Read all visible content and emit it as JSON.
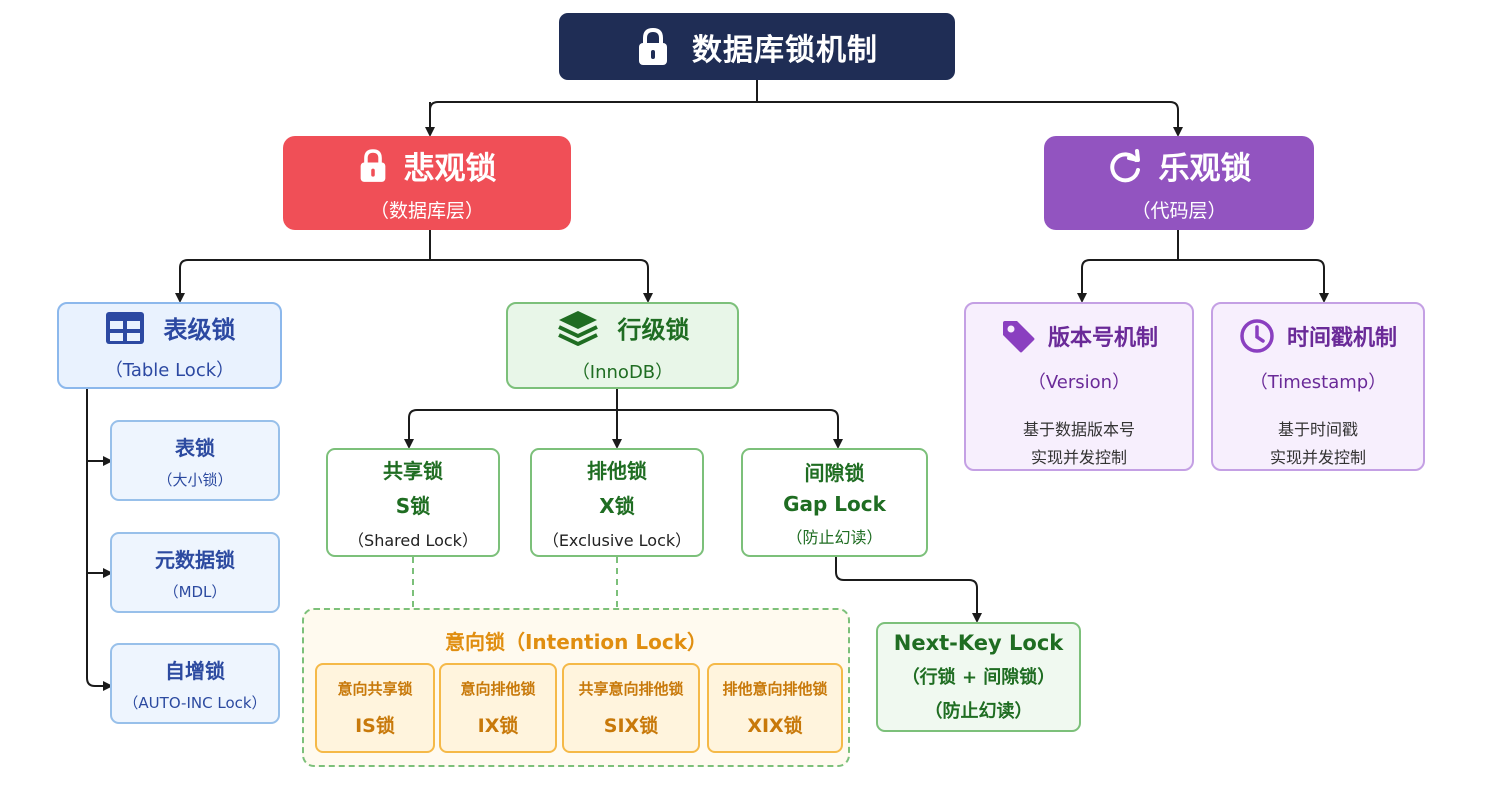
{
  "root": {
    "title": "数据库锁机制",
    "icon": "lock-icon"
  },
  "pessimistic": {
    "title": "悲观锁",
    "sub": "（数据库层）",
    "icon": "lock-icon",
    "color": "#f04f57"
  },
  "optimistic": {
    "title": "乐观锁",
    "sub": "（代码层）",
    "icon": "refresh-icon",
    "color": "#9254c0"
  },
  "table_level": {
    "title": "表级锁",
    "sub": "（Table Lock）",
    "icon": "table-icon",
    "children": [
      {
        "title": "表锁",
        "sub": "（大小锁）"
      },
      {
        "title": "元数据锁",
        "sub": "（MDL）"
      },
      {
        "title": "自增锁",
        "sub": "（AUTO-INC Lock）"
      }
    ]
  },
  "row_level": {
    "title": "行级锁",
    "sub": "（InnoDB）",
    "icon": "layers-icon",
    "children": [
      {
        "l1": "共享锁",
        "l2": "S锁",
        "l3": "（Shared Lock）"
      },
      {
        "l1": "排他锁",
        "l2": "X锁",
        "l3": "（Exclusive Lock）"
      },
      {
        "l1": "间隙锁",
        "l2": "Gap Lock",
        "l3": "（防止幻读）"
      }
    ]
  },
  "next_key": {
    "l1": "Next-Key Lock",
    "l2": "（行锁 + 间隙锁）",
    "l3": "（防止幻读）"
  },
  "intention": {
    "title": "意向锁（Intention Lock）",
    "items": [
      {
        "name": "意向共享锁",
        "abbr": "IS锁"
      },
      {
        "name": "意向排他锁",
        "abbr": "IX锁"
      },
      {
        "name": "共享意向排他锁",
        "abbr": "SIX锁"
      },
      {
        "name": "排他意向排他锁",
        "abbr": "XIX锁"
      }
    ]
  },
  "version": {
    "title": "版本号机制",
    "sub": "（Version）",
    "desc1": "基于数据版本号",
    "desc2": "实现并发控制",
    "icon": "tag-icon"
  },
  "timestamp": {
    "title": "时间戳机制",
    "sub": "（Timestamp）",
    "desc1": "基于时间戳",
    "desc2": "实现并发控制",
    "icon": "clock-icon"
  }
}
